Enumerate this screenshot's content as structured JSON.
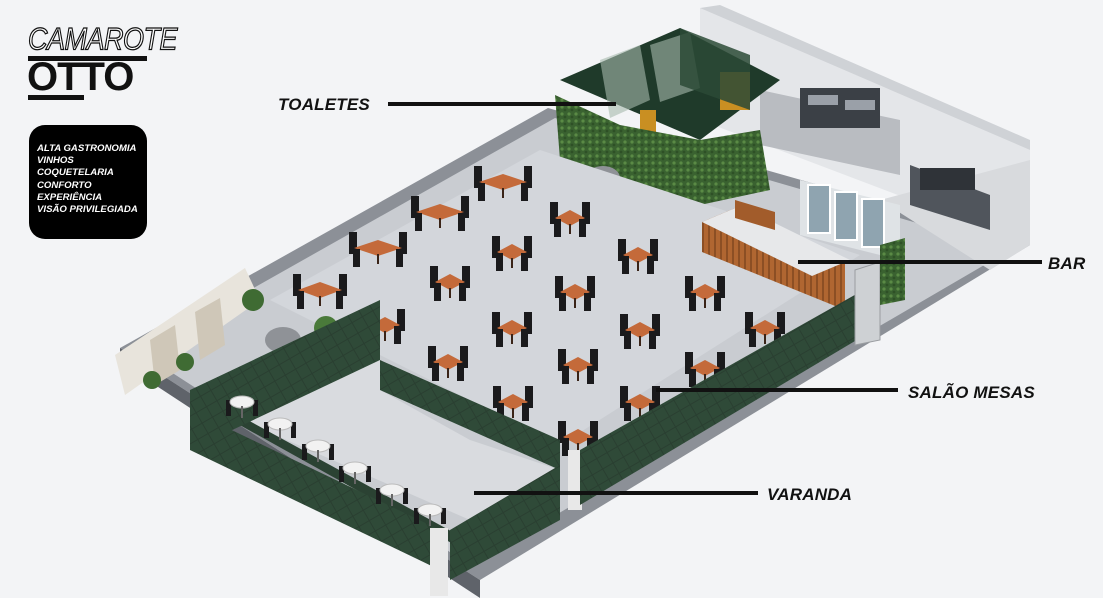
{
  "brand": {
    "top": "CAMAROTE",
    "logo": "OTTO"
  },
  "features": [
    "ALTA GASTRONOMIA",
    "VINHOS",
    "COQUETELARIA",
    "CONFORTO",
    "EXPERIÊNCIA",
    "VISÃO PRIVILEGIADA"
  ],
  "callouts": {
    "toaletes": "TOALETES",
    "bar": "BAR",
    "salao_mesas": "SALÃO MESAS",
    "varanda": "VARANDA"
  },
  "colors": {
    "background": "#f3f4f6",
    "floor": "#c9ccd1",
    "wall_green": "#24382c",
    "hedge": "#3f6b33",
    "table_wood": "#c46a3a",
    "chair": "#1a1a1c",
    "bar_wood": "#a7602f",
    "callout": "#111111"
  }
}
